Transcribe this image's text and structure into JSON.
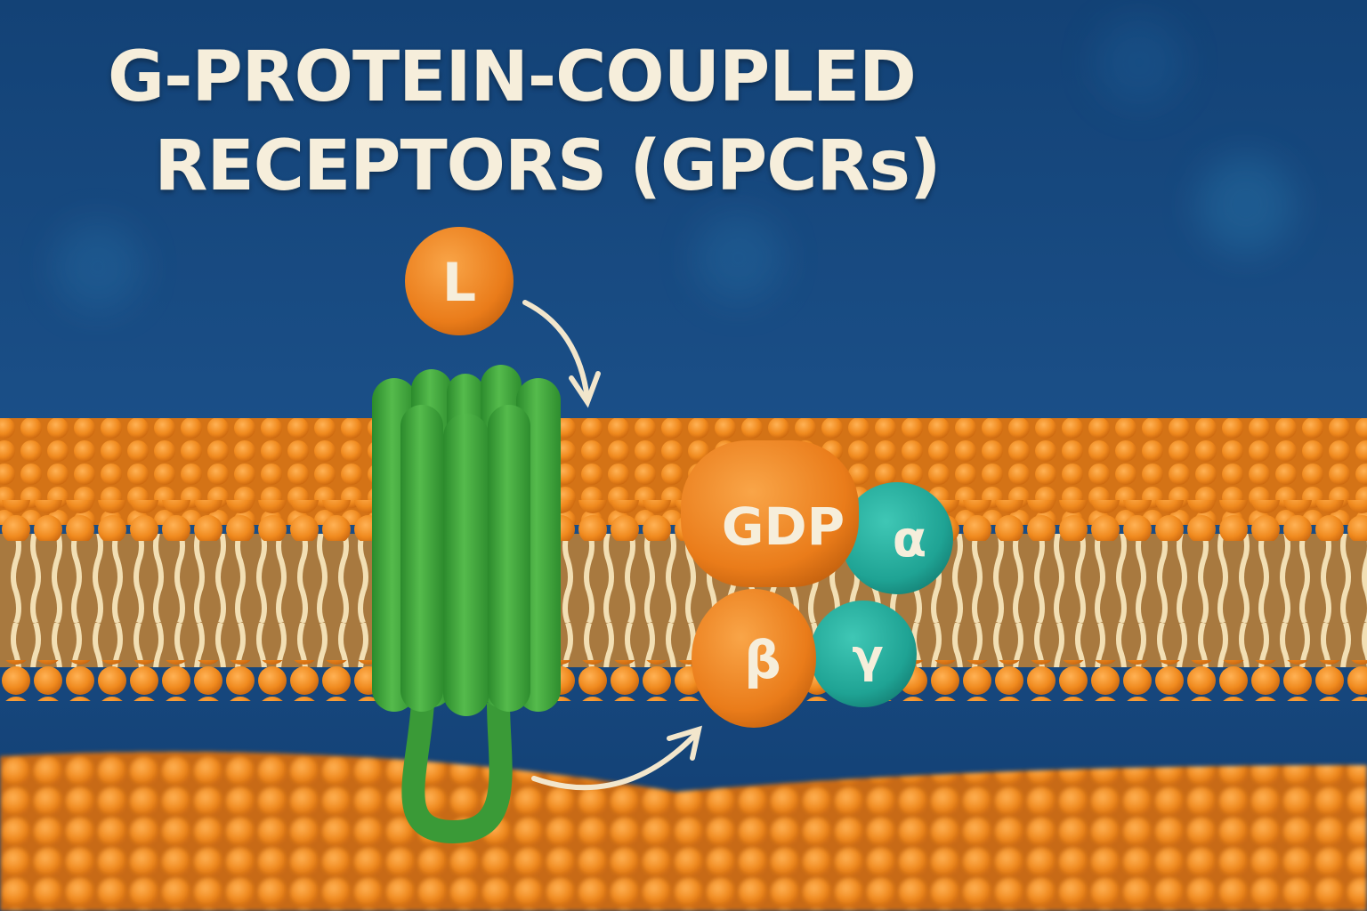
{
  "title": {
    "line1": "G-PROTEIN-COUPLED",
    "line2": "RECEPTORS (GPCRs)"
  },
  "ligand": {
    "label": "L"
  },
  "g_protein": {
    "gdp": "GDP",
    "alpha": "α",
    "beta": "β",
    "gamma": "γ"
  },
  "colors": {
    "background": "#174a80",
    "lipid_head": "#f08a1e",
    "lipid_tail": "#f2dfb4",
    "receptor": "#3fa23c",
    "subunit_teal": "#1fa394",
    "subunit_orange": "#ea7c1a",
    "text": "#f6eedb"
  }
}
